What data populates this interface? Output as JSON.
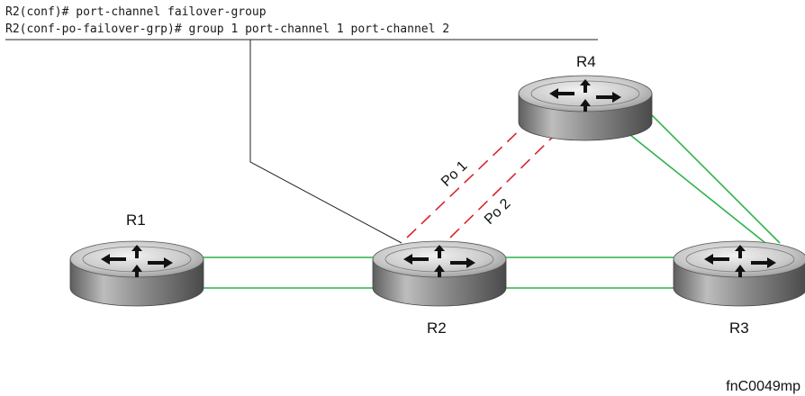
{
  "cli": {
    "line1": "R2(conf)# port-channel failover-group",
    "line2": "R2(conf-po-failover-grp)# group 1 port-channel 1 port-channel 2"
  },
  "routers": {
    "r1": "R1",
    "r2": "R2",
    "r3": "R3",
    "r4": "R4"
  },
  "links": {
    "po1": "Po 1",
    "po2": "Po 2"
  },
  "figure_id": "fnC0049mp",
  "colors": {
    "link_green": "#2bb34a",
    "port_channel_red": "#d8262e",
    "router_body": "#9a9a9a"
  }
}
